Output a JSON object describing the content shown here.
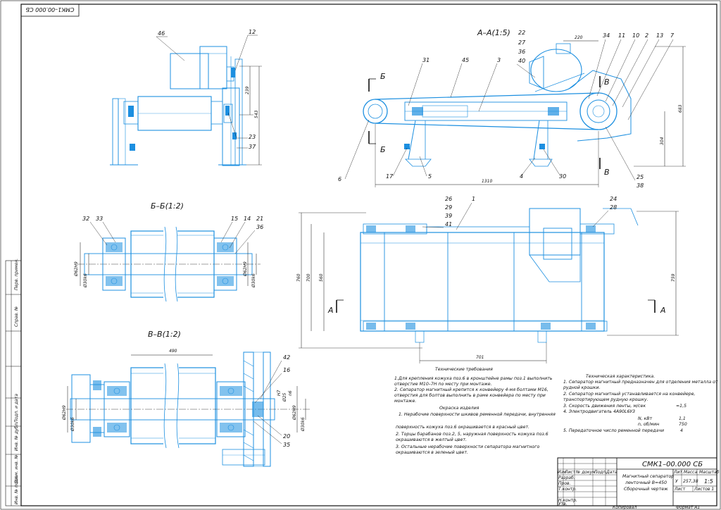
{
  "sheet": {
    "doc_code": "СМК1–00.000 СБ",
    "doc_code_rotated": "СМК1–00.000 СБ",
    "footer_copy": "Копировал",
    "footer_format": "Формат  А1"
  },
  "views": {
    "section_aa": "А–А(1:5)",
    "section_bb": "Б–Б(1:2)",
    "section_vv": "В–В(1:2)",
    "cut_a": "А",
    "cut_b": "Б",
    "cut_v": "В"
  },
  "side_view": {
    "labels": [
      "46",
      "12",
      "23",
      "37"
    ],
    "dims": [
      "239",
      "543"
    ]
  },
  "aa_view": {
    "labels": [
      "22",
      "27",
      "36",
      "40",
      "34",
      "11",
      "10",
      "2",
      "13",
      "7",
      "31",
      "45",
      "3",
      "6",
      "17",
      "5",
      "4",
      "30",
      "25",
      "38"
    ],
    "dims": [
      "220",
      "683",
      "304",
      "1310"
    ]
  },
  "bb_view": {
    "labels": [
      "32",
      "33",
      "15",
      "14",
      "21",
      "36"
    ],
    "dims": [
      "Ø62H9",
      "Ø30k6",
      "Ø62H9",
      "Ø30k6"
    ]
  },
  "plan_view": {
    "labels": [
      "26",
      "29",
      "39",
      "41",
      "1",
      "24",
      "28"
    ],
    "dims": [
      "760",
      "700",
      "560",
      "759",
      "701"
    ]
  },
  "vv_view": {
    "labels": [
      "42",
      "16",
      "20",
      "35"
    ],
    "dims": [
      "490",
      "Ø62H9",
      "Ø30k6",
      "Ø62H9",
      "Ø30k6",
      "H7",
      "Ø25",
      "n6"
    ]
  },
  "tech_requirements": {
    "title": "Технические требования",
    "lines": [
      "1.Для крепления кожуха поз.6  в кронштейне рамы поз.1 выполнить",
      "отверстие М10–7Н по месту при монтаже.",
      "2. Сепаратор магнитный крепится к конвейеру 4-мя болтами М16,",
      "отверстия для болтов выполнить в раме конвейера по месту при",
      "монтаже."
    ],
    "paint_title": "Окраска изделия",
    "paint_lines": [
      "1. Нерабочие поверхности шкивов ременной передачи, внутренняя",
      "",
      "поверхность кожуха поз.6 окрашивается в красный цвет.",
      "2. Торцы барабанов поз.2, 5, наружная поверхность кожуха поз.6",
      "окрашиваются в желтый цвет.",
      "3. Остальные нерабочие поверхности сепаратора магнитного",
      "окрашиваются в зеленый цвет."
    ]
  },
  "tech_specs": {
    "title": "Техническая характеристика.",
    "lines": [
      "1. Сепаратор магнитный предназначен для отделения металла от",
      "рудной крошки.",
      "2. Сепаратор магнитный устанавливается на конвейере,",
      "транспортирующем рудную крошку.",
      "3. Скорость движения ленты, м/сек",
      "4. Электродвигатель 4А90L6У3",
      "N, кВт",
      "n, об/мин",
      "5. Передаточное число ременной передачи"
    ],
    "values": [
      "≈1,5",
      "1,1",
      "750",
      "4"
    ]
  },
  "title_block": {
    "code": "СМК1–00.000 СБ",
    "name_line1": "Магнитный сепаратор",
    "name_line2": "ленточный В=450",
    "name_line3": "Сборочный чертеж",
    "lit_header": "Лит.",
    "mass_header": "Масса",
    "scale_header": "Масштаб",
    "lit": "У",
    "mass": "257,38",
    "scale": "1:5",
    "sheet": "Лист",
    "sheets": "Листов 1",
    "rows": [
      "Изм",
      "Лист",
      "№ докум.",
      "Подп.",
      "Дата"
    ],
    "roles": [
      "Разраб.",
      "Пров.",
      "Т.контр.",
      "",
      "Н.контр.",
      "Утв."
    ]
  },
  "margin_strip": [
    "Перв. примен.",
    "Справ. №",
    "Подп. и дата",
    "Инв. № дубл.",
    "Взам. инв. №",
    "Подп. и дата",
    "Инв. № подл."
  ]
}
